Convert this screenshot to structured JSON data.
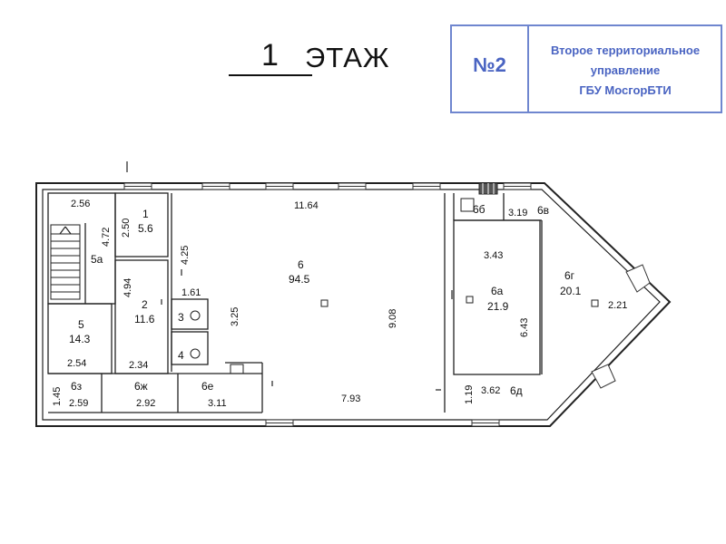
{
  "floor_title": {
    "number": "1",
    "word": "ЭТАЖ"
  },
  "stamp": {
    "number": "№2",
    "line1": "Второе территориальное",
    "line2": "управление",
    "line3": "ГБУ МосгорБТИ"
  },
  "rooms": {
    "r1": {
      "id": "1",
      "area": "5.6"
    },
    "r2": {
      "id": "2",
      "area": "11.6"
    },
    "r3": {
      "id": "3"
    },
    "r4": {
      "id": "4"
    },
    "r5": {
      "id": "5",
      "area": "14.3"
    },
    "r5a": {
      "id": "5а"
    },
    "r6": {
      "id": "6",
      "area": "94.5"
    },
    "r6a": {
      "id": "6а",
      "area": "21.9"
    },
    "r6b": {
      "id": "6б"
    },
    "r6v": {
      "id": "6в"
    },
    "r6g": {
      "id": "6г",
      "area": "20.1"
    },
    "r6d": {
      "id": "6д"
    },
    "r6e": {
      "id": "6е",
      "area": "3.11"
    },
    "r6zh": {
      "id": "6ж",
      "area": "2.92"
    },
    "r6z": {
      "id": "6з",
      "area": "2.59"
    }
  },
  "dimensions": {
    "d_2_56": "2.56",
    "d_4_72": "4.72",
    "d_2_50": "2.50",
    "d_4_25": "4.25",
    "d_11_64": "11.64",
    "d_4_94": "4.94",
    "d_1_61": "1.61",
    "d_3_25": "3.25",
    "d_9_08": "9.08",
    "d_2_54": "2.54",
    "d_2_34": "2.34",
    "d_1_45": "1.45",
    "d_7_93": "7.93",
    "d_3_43": "3.43",
    "d_6_43": "6.43",
    "d_3_19": "3.19",
    "d_2_21": "2.21",
    "d_1_19": "1.19",
    "d_3_62": "3.62"
  }
}
